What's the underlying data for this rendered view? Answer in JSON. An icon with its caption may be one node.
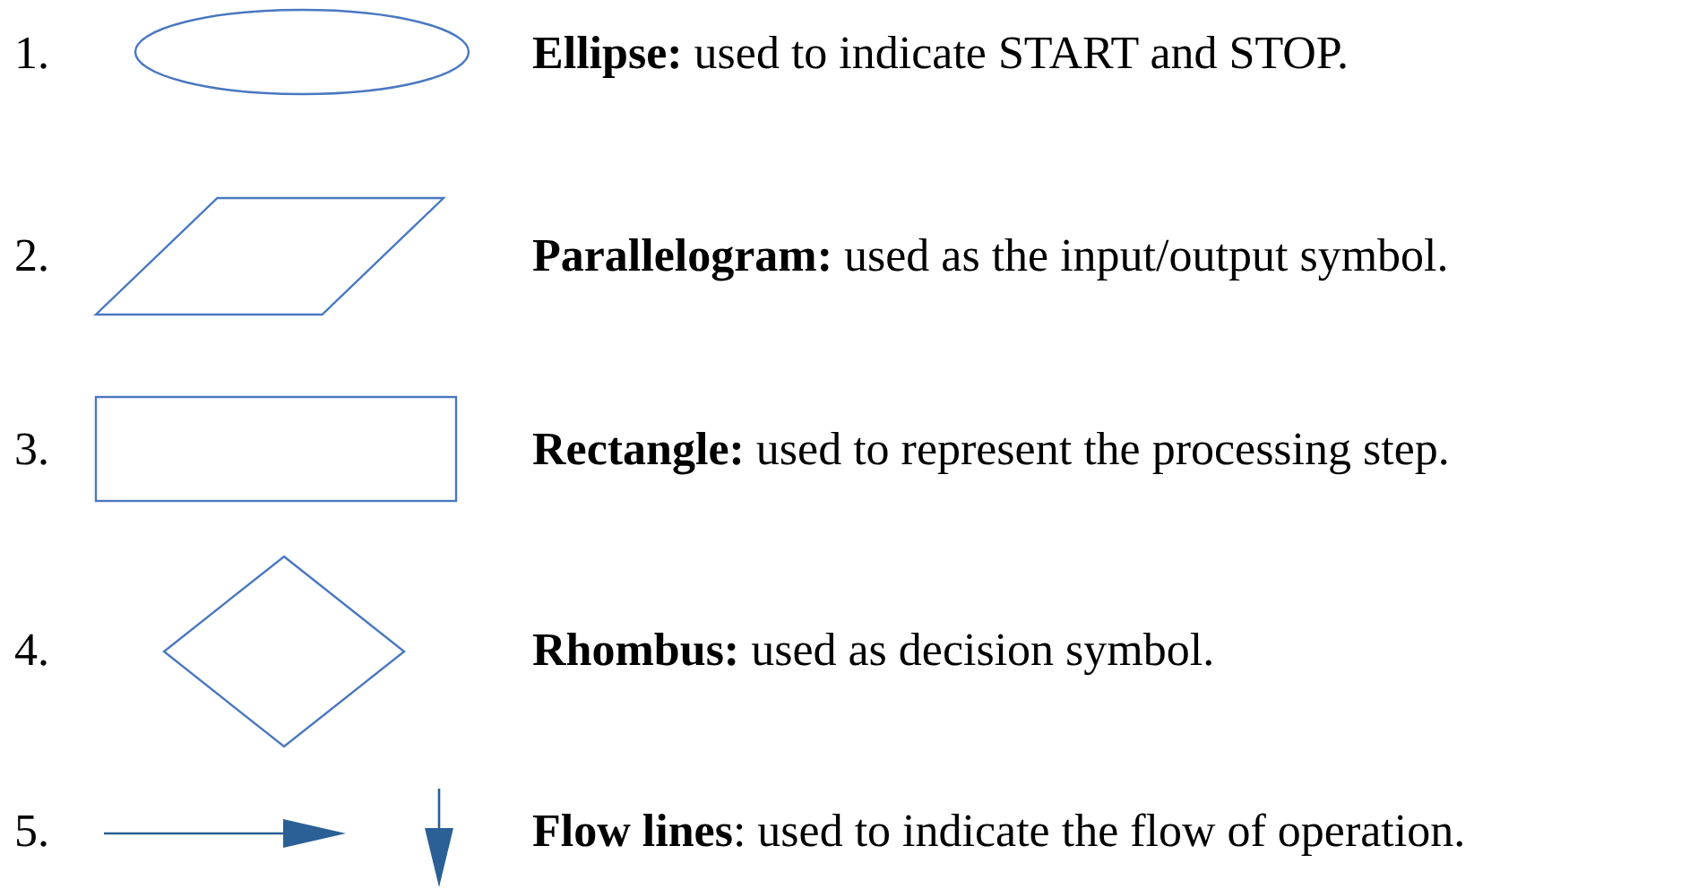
{
  "diagram": {
    "nodes": [
      {
        "text": [],
        "shape": "ellipse",
        "beside": [
          "**Ellipse:** used to indicate START and STOP."
        ]
      },
      {
        "text": [],
        "shape": "parallelogram",
        "beside": [
          "**Parallelogram:** used as the input/output symbol."
        ]
      },
      {
        "text": [],
        "shape": "box",
        "beside": [
          "**Rectangle:** used to represent the processing step."
        ]
      },
      {
        "text": [],
        "shape": "diamond",
        "beside": [
          "**Rhombus:** used as decision symbol."
        ]
      }
    ],
    "labels": [
      "1.",
      "2.",
      "3.",
      "4.",
      "5.",
      "**Flow lines**: used to indicate the flow of operation."
    ]
  }
}
